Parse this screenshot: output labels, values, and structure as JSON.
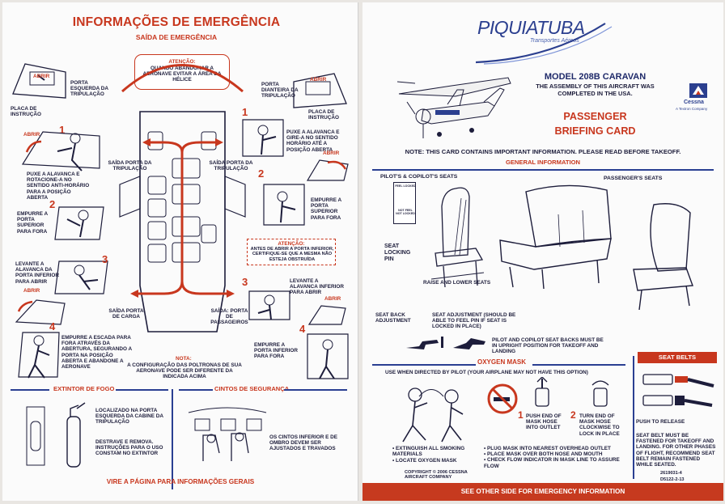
{
  "left": {
    "title": "INFORMAÇÕES DE EMERGÊNCIA",
    "subtitle": "SAÍDA DE EMERGÊNCIA",
    "attention_top": {
      "heading": "ATENÇÃO:",
      "text": "QUANDO ABANDONAR A AERONAVE EVITAR A ÁREA DA HÉLICE"
    },
    "attention_mid": {
      "heading": "ATENÇÃO:",
      "text": "ANTES DE ABRIR A PORTA INFERIOR, CERTIFIQUE-SE QUE A MESMA NÃO ESTEJA OBSTRUÍDA"
    },
    "abrir": "ABRIR",
    "numbers": [
      "1",
      "2",
      "3",
      "4"
    ],
    "pilot_door": "PORTA ESQUERDA DA TRIPULAÇÃO",
    "copilot_door": "PORTA DIANTEIRA DA TRIPULAÇÃO",
    "placard_left": "PLACA DE INSTRUÇÃO",
    "placard_right": "PLACA DE INSTRUÇÃO",
    "step_l1": "PUXE A ALAVANCA E ROTACIONE-A NO SENTIDO ANTI-HORÁRIO PARA A POSIÇÃO ABERTA",
    "step_l2": "EMPURRE A PORTA SUPERIOR PARA FORA",
    "step_l3": "LEVANTE A ALAVANCA DA PORTA INFERIOR PARA ABRIR",
    "step_l4": "EMPURRE A ESCADA PARA FORA ATRAVÉS DA ABERTURA, SEGURANDO A PORTA NA POSIÇÃO ABERTA E ABANDONE A AERONAVE",
    "step_r1": "PUXE A ALAVANCA E GIRE-A NO SENTIDO HORÁRIO ATÉ A POSIÇÃO ABERTA",
    "step_r2": "EMPURRE A PORTA SUPERIOR PARA FORA",
    "step_r3": "LEVANTE A ALAVANCA INFERIOR PARA ABRIR",
    "step_r4": "EMPURRE A PORTA INFERIOR PARA FORA",
    "exit_pilot": "SAÍDA PORTA DA TRIPULAÇÃO",
    "exit_copilot": "SAÍDA PORTA DA TRIPULAÇÃO",
    "exit_cargo": "SAÍDA PORTA DE CARGA",
    "exit_pax": "SAÍDA: PORTA DE PASSAGEIROS",
    "note_heading": "NOTA:",
    "note_text": "A CONFIGURAÇÃO DAS POLTRONAS DE SUA AERONAVE PODE SER DIFERENTE DA INDICADA ACIMA",
    "extinguisher_title": "EXTINTOR DE FOGO",
    "extinguisher_loc": "LOCALIZADO NA PORTA ESQUERDA DA CABINE DA TRIPULAÇÃO",
    "extinguisher_use": "DESTRAVE E REMOVA. INSTRUÇÕES PARA O USO CONSTAM NO EXTINTOR",
    "belts_title": "CINTOS DE SEGURANÇA",
    "belts_text": "OS CINTOS INFERIOR E DE OMBRO DEVEM SER AJUSTADOS E TRAVADOS",
    "footer": "VIRE A PÁGINA PARA INFORMAÇÕES GERAIS"
  },
  "right": {
    "brand": "PIQUIATUBA",
    "brand_sub": "Transportes Aéreos",
    "model": "MODEL 208B CARAVAN",
    "assembly": "THE ASSEMBLY OF THIS AIRCRAFT WAS COMPLETED IN THE USA.",
    "card_title_1": "PASSENGER",
    "card_title_2": "BRIEFING CARD",
    "cessna": "Cessna",
    "cessna_sub": "A Textron Company",
    "note": "NOTE: THIS CARD CONTAINS IMPORTANT INFORMATION. PLEASE READ BEFORE TAKEOFF.",
    "general": "GENERAL INFORMATION",
    "pilot_seats": "PILOT'S & COPILOT'S SEATS",
    "pax_seats": "PASSENGER'S SEATS",
    "feel_locked": "FEEL LOCKED",
    "not_feel_locked": "NOT FEEL NOT LOCKED",
    "seat_locking_pin": "SEAT LOCKING PIN",
    "raise_lower": "RAISE AND LOWER SEATS",
    "seat_back_adj": "SEAT BACK ADJUSTMENT",
    "seat_adj": "SEAT ADJUSTMENT (SHOULD BE ABLE TO FEEL PIN IF SEAT IS LOCKED IN PLACE)",
    "upright": "PILOT AND COPILOT SEAT BACKS MUST BE IN UPRIGHT POSITION FOR TAKEOFF AND LANDING",
    "oxygen_title": "OXYGEN MASK",
    "oxygen_use": "USE WHEN DIRECTED BY PILOT (YOUR AIRPLANE MAY NOT HAVE THIS OPTION)",
    "ox_step1_num": "1",
    "ox_step1": "PUSH END OF MASK HOSE INTO OUTLET",
    "ox_step2_num": "2",
    "ox_step2": "TURN END OF MASK HOSE CLOCKWISE TO LOCK IN PLACE",
    "ox_list_a": [
      "EXTINGUISH ALL SMOKING MATERIALS",
      "LOCATE OXYGEN MASK"
    ],
    "ox_list_b": [
      "PLUG MASK INTO NEAREST OVERHEAD OUTLET",
      "PLACE MASK OVER BOTH NOSE AND MOUTH",
      "CHECK FLOW INDICATOR IN MASK LINE TO ASSURE FLOW"
    ],
    "copyright": "COPYRIGHT © 2006 CESSNA AIRCRAFT COMPANY",
    "belts_title": "SEAT BELTS",
    "push_release": "PUSH TO RELEASE",
    "belts_text": "SEAT BELT MUST BE FASTENED FOR TAKEOFF AND LANDING. FOR OTHER PHASES OF FLIGHT, RECOMMEND SEAT BELT REMAIN FASTENED WHILE SEATED.",
    "code1": "2619031-4",
    "code2": "D5122-2-13",
    "footer": "SEE OTHER SIDE FOR EMERGENCY INFORMATION"
  }
}
